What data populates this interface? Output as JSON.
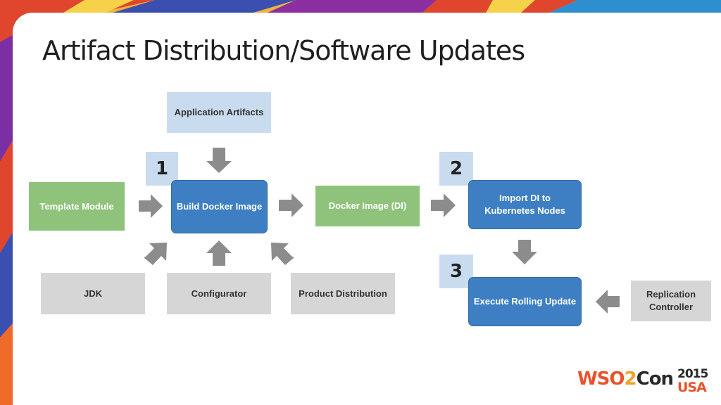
{
  "title": "Artifact Distribution/Software Updates",
  "boxes": {
    "application_artifacts": "Application Artifacts",
    "template_module": "Template Module",
    "build_docker_image": "Build Docker Image",
    "docker_image": "Docker Image (DI)",
    "import_di": "Import DI to Kubernetes Nodes",
    "execute_rolling_update": "Execute Rolling Update",
    "replication_controller": "Replication Controller",
    "jdk": "JDK",
    "configurator": "Configurator",
    "product_distribution": "Product Distribution"
  },
  "steps": {
    "one": "1",
    "two": "2",
    "three": "3"
  },
  "logo": {
    "wso": "WSO",
    "two": "2",
    "con": "Con",
    "year": "2015",
    "country": "USA"
  },
  "colors": {
    "light_blue": "#c9dcef",
    "green": "#8fc27a",
    "gray": "#d6d6d6",
    "blue": "#3d7fc2",
    "arrow": "#8c8c8c"
  }
}
